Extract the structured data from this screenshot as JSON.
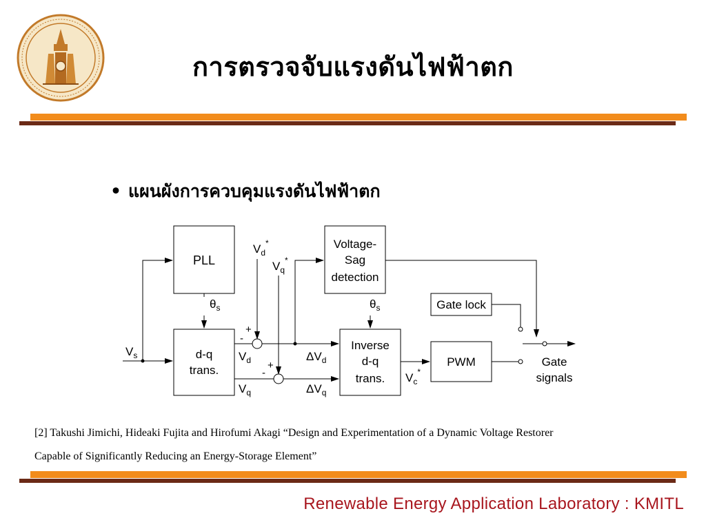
{
  "slide": {
    "title": "การตรวจจับแรงดันไฟฟ้าตก",
    "bullet": "แผนผังการควบคุมแรงดันไฟฟ้าตก",
    "bullet_marker": "•",
    "logo_icon": "kmitl-seal",
    "reference_line1": "[2] Takushi Jimichi,  Hideaki Fujita and Hirofumi Akagi “Design and Experimentation of a Dynamic Voltage Restorer",
    "reference_line2": "Capable of Significantly Reducing an Energy-Storage Element”",
    "footer": "Renewable Energy Application Laboratory : KMITL",
    "colors": {
      "accent_orange": "#f28c1c",
      "bar_dark": "#6b2a16",
      "footer_red": "#a8161e"
    }
  },
  "diagram": {
    "blocks": {
      "pll": "PLL",
      "dq_line1": "d-q",
      "dq_line2": "trans.",
      "sag_line1": "Voltage-",
      "sag_line2": "Sag",
      "sag_line3": "detection",
      "inv_line1": "Inverse",
      "inv_line2": "d-q",
      "inv_line3": "trans.",
      "pwm": "PWM",
      "gate_lock": "Gate lock"
    },
    "labels": {
      "vs_main": "V",
      "vs_sub": "s",
      "theta_sym": "θ",
      "theta_sub": "s",
      "vd_ref_main": "V",
      "vd_ref_sub": "d",
      "vq_ref_main": "V",
      "vq_ref_sub": "q",
      "star": "*",
      "vd_main": "V",
      "vd_sub": "d",
      "vq_main": "V",
      "vq_sub": "q",
      "dvd_main": "ΔV",
      "dvd_sub": "d",
      "dvq_main": "ΔV",
      "dvq_sub": "q",
      "vc_main": "V",
      "vc_sub": "c",
      "plus": "+",
      "minus": "-",
      "gate_line1": "Gate",
      "gate_line2": "signals"
    }
  }
}
